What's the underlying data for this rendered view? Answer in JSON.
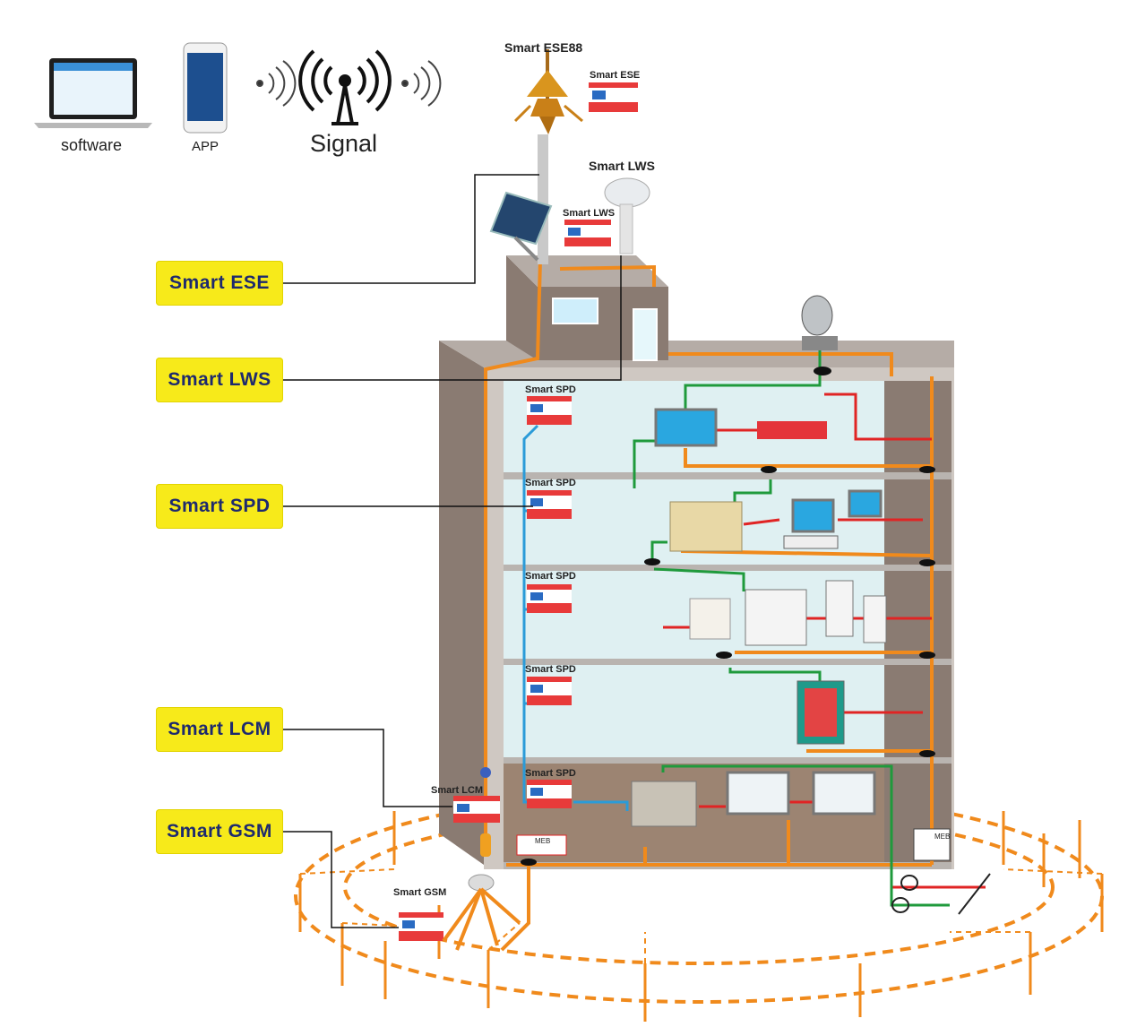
{
  "top": {
    "software": "software",
    "app": "APP",
    "signal": "Signal"
  },
  "devices": {
    "ese88": "Smart  ESE88",
    "ese": "Smart ESE",
    "lws_main": "Smart  LWS",
    "lws_module": "Smart LWS",
    "spd": "Smart SPD",
    "lcm": "Smart LCM",
    "gsm": "Smart GSM",
    "meb": "MEB"
  },
  "callouts": [
    {
      "id": "ese",
      "label": "Smart ESE"
    },
    {
      "id": "lws",
      "label": "Smart LWS"
    },
    {
      "id": "spd",
      "label": "Smart SPD"
    },
    {
      "id": "lcm",
      "label": "Smart LCM"
    },
    {
      "id": "gsm",
      "label": "Smart GSM"
    }
  ],
  "colors": {
    "callout_bg": "#f7ea1a",
    "callout_text": "#1e2a6e",
    "ground_wire": "#f08a1c",
    "signal_wire": "#2b9bd8",
    "power_wire": "#e02424",
    "earth_wire": "#1f9a3c",
    "wall": "#8a7b72",
    "floor_bg": "#dff0f2"
  }
}
